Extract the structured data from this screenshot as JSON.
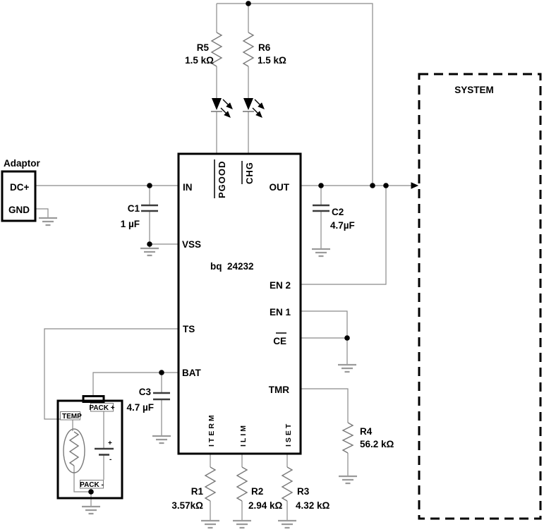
{
  "colors": {
    "wire": "#8a8a8a",
    "symbol": "#7a7a7a",
    "ink": "#000000",
    "ground": "#9a9a9a",
    "background": "#ffffff"
  },
  "adaptor": {
    "title": "Adaptor",
    "pin_dc": "DC+",
    "pin_gnd": "GND"
  },
  "system": {
    "label": "SYSTEM"
  },
  "ic": {
    "part": "bq  24232",
    "pin_in": "IN",
    "pin_vss": "VSS",
    "pin_ts": "TS",
    "pin_bat": "BAT",
    "pin_out": "OUT",
    "pin_en2": "EN 2",
    "pin_en1": "EN 1",
    "pin_ce": "CE",
    "pin_tmr": "TMR",
    "pin_pgood": "PGOOD",
    "pin_chg": "CHG",
    "pin_iterm": "ITERM",
    "pin_ilim": "ILIM",
    "pin_iset": "ISET"
  },
  "battery": {
    "label_temp": "TEMP",
    "label_pack_plus": "PACK +",
    "label_pack_minus": "PACK -",
    "plus": "+",
    "minus": "-"
  },
  "r1": {
    "ref": "R1",
    "value": "3.57kΩ"
  },
  "r2": {
    "ref": "R2",
    "value": "2.94 kΩ"
  },
  "r3": {
    "ref": "R3",
    "value": "4.32 kΩ"
  },
  "r4": {
    "ref": "R4",
    "value": "56.2 kΩ"
  },
  "r5": {
    "ref": "R5",
    "value": "1.5 kΩ"
  },
  "r6": {
    "ref": "R6",
    "value": "1.5 kΩ"
  },
  "c1": {
    "ref": "C1",
    "value": "1 µF"
  },
  "c2": {
    "ref": "C2",
    "value": "4.7µF"
  },
  "c3": {
    "ref": "C3",
    "value": "4.7 µF"
  }
}
